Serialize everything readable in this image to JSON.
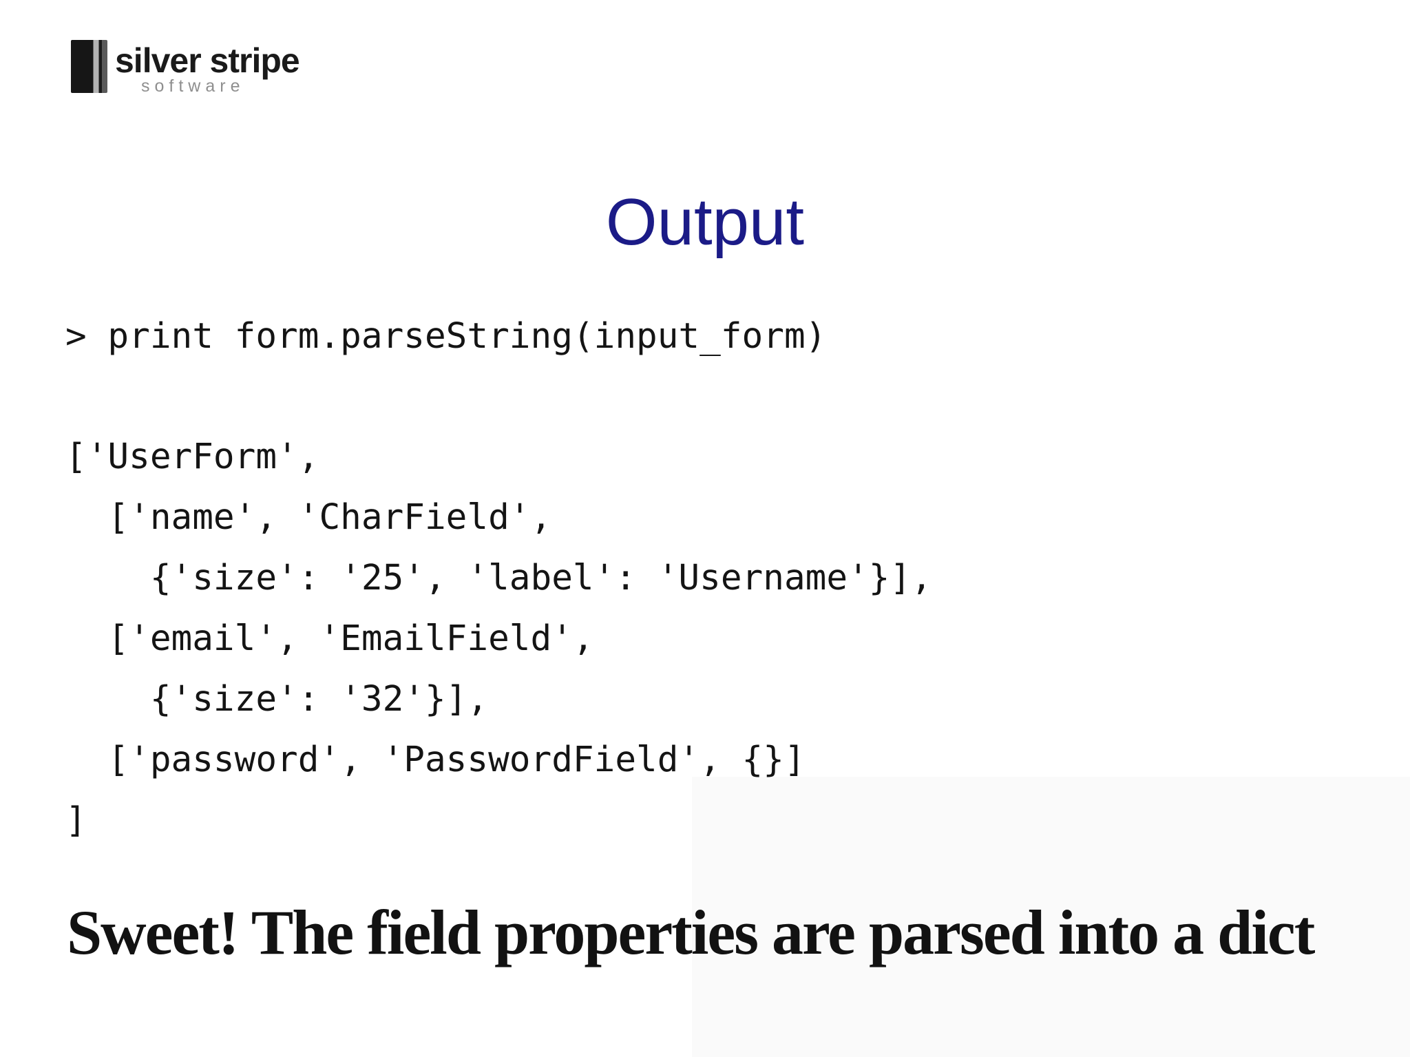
{
  "logo": {
    "brand": "silver stripe",
    "subtitle": "software",
    "mark_colors": {
      "black": "#161616",
      "silver_stripe": "#b3b3b3",
      "edge_gray": "#5a5a5a"
    }
  },
  "slide": {
    "title": "Output",
    "title_color": "#1b1b87",
    "background_color": "#ffffff"
  },
  "code": {
    "prompt": "> print form.parseString(input_form)",
    "output_lines": [
      "['UserForm',",
      "  ['name', 'CharField',",
      "    {'size': '25', 'label': 'Username'}],",
      "  ['email', 'EmailField',",
      "    {'size': '32'}],",
      "  ['password', 'PasswordField', {}]",
      "]"
    ],
    "text_color": "#141414"
  },
  "statement": {
    "text": "Sweet! The field properties are parsed into a dict"
  }
}
